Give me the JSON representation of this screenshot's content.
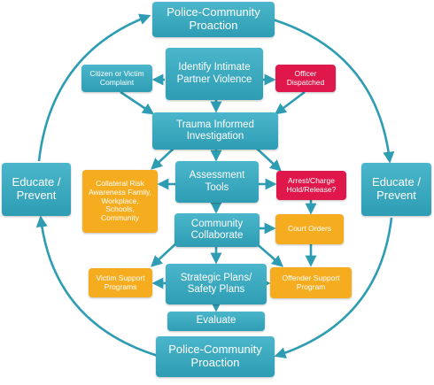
{
  "colors": {
    "teal": "#2e9db4",
    "orange": "#f5ad1f",
    "red": "#e0174a",
    "arrow": "#2e9db4"
  },
  "nodes": {
    "proaction_top": "Police-Community Proaction",
    "identify": "Identify Intimate Partner Violence",
    "citizen": "Citizen or Victim Complaint",
    "officer": "Officer Dispatched",
    "trauma": "Trauma Informed Investigation",
    "educate_left": "Educate / Prevent",
    "educate_right": "Educate / Prevent",
    "collateral": "Collateral Risk Awareness Family, Workplace, Schools, Community",
    "assessment": "Assessment Tools",
    "arrest": "Arrest/Charge Hold/Release?",
    "community": "Community Collaborate",
    "court": "Court Orders",
    "victim_support": "Victim Support Programs",
    "strategic": "Strategic Plans/ Safety Plans",
    "offender_support": "Offender Support Program",
    "evaluate": "Evaluate",
    "proaction_bottom": "Police-Community Proaction"
  }
}
